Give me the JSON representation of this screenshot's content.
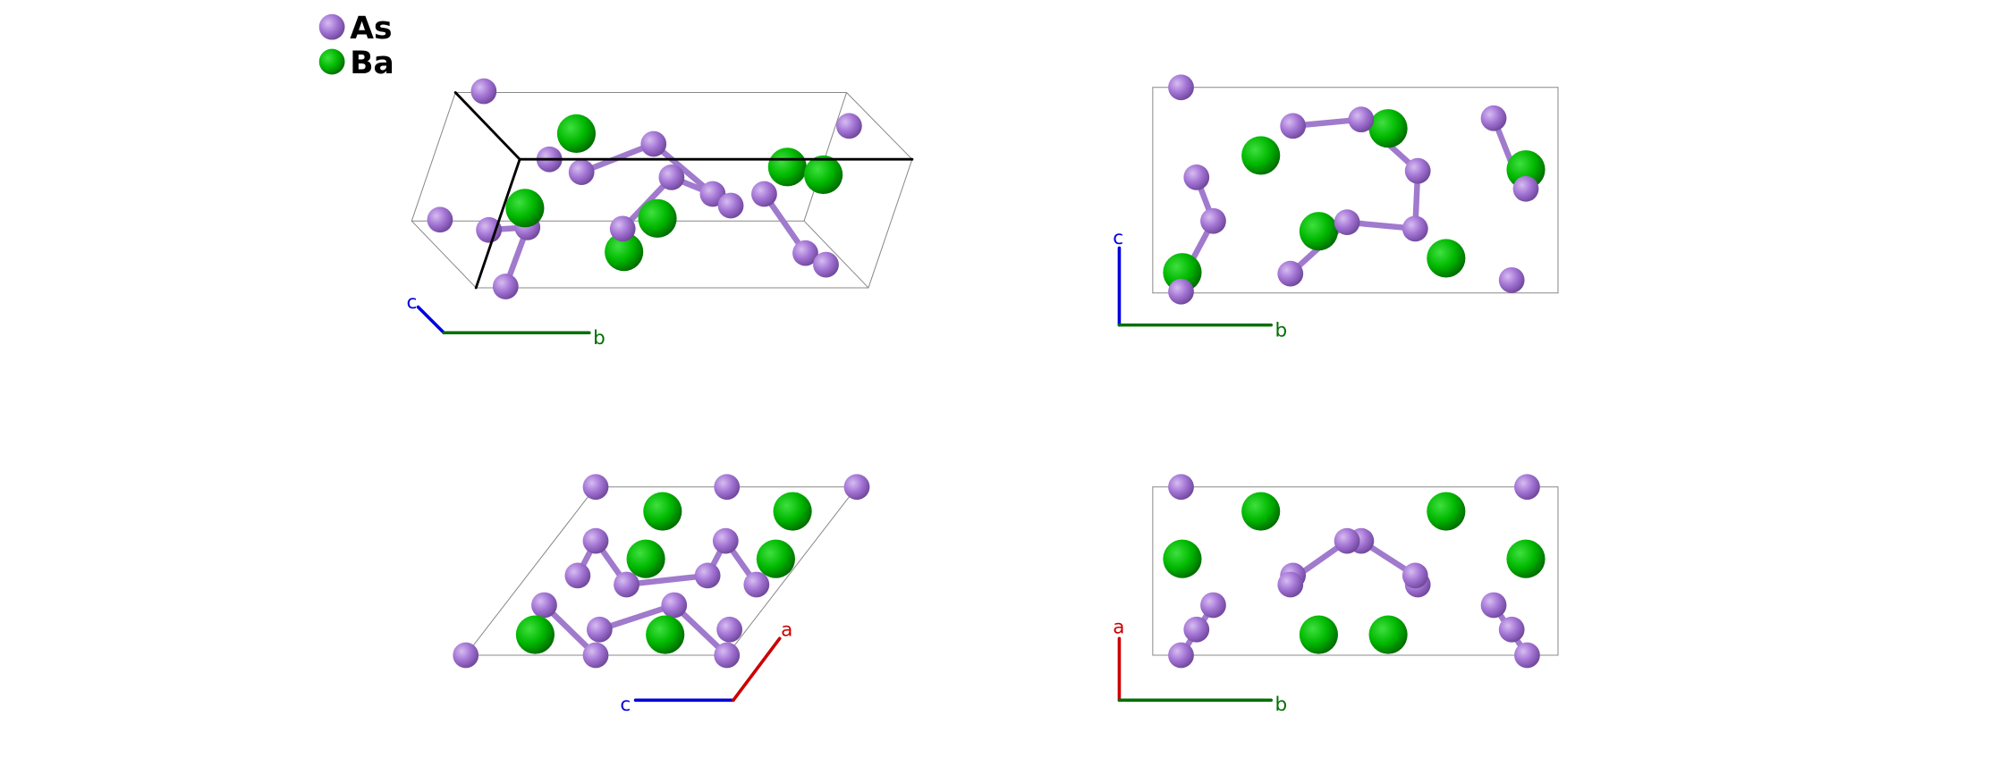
{
  "legend": {
    "items": [
      {
        "label": "As",
        "color": "#a36fd0"
      },
      {
        "label": "Ba",
        "color": "#00c000"
      }
    ]
  },
  "views": [
    {
      "axes": [
        "c",
        "b"
      ]
    },
    {
      "axes": [
        "c",
        "b"
      ]
    },
    {
      "axes": [
        "c",
        "a"
      ]
    },
    {
      "axes": [
        "a",
        "b"
      ]
    }
  ],
  "colors": {
    "a": "#cc0000",
    "b": "#007000",
    "c": "#0000dd",
    "bond": "#a07acc"
  }
}
